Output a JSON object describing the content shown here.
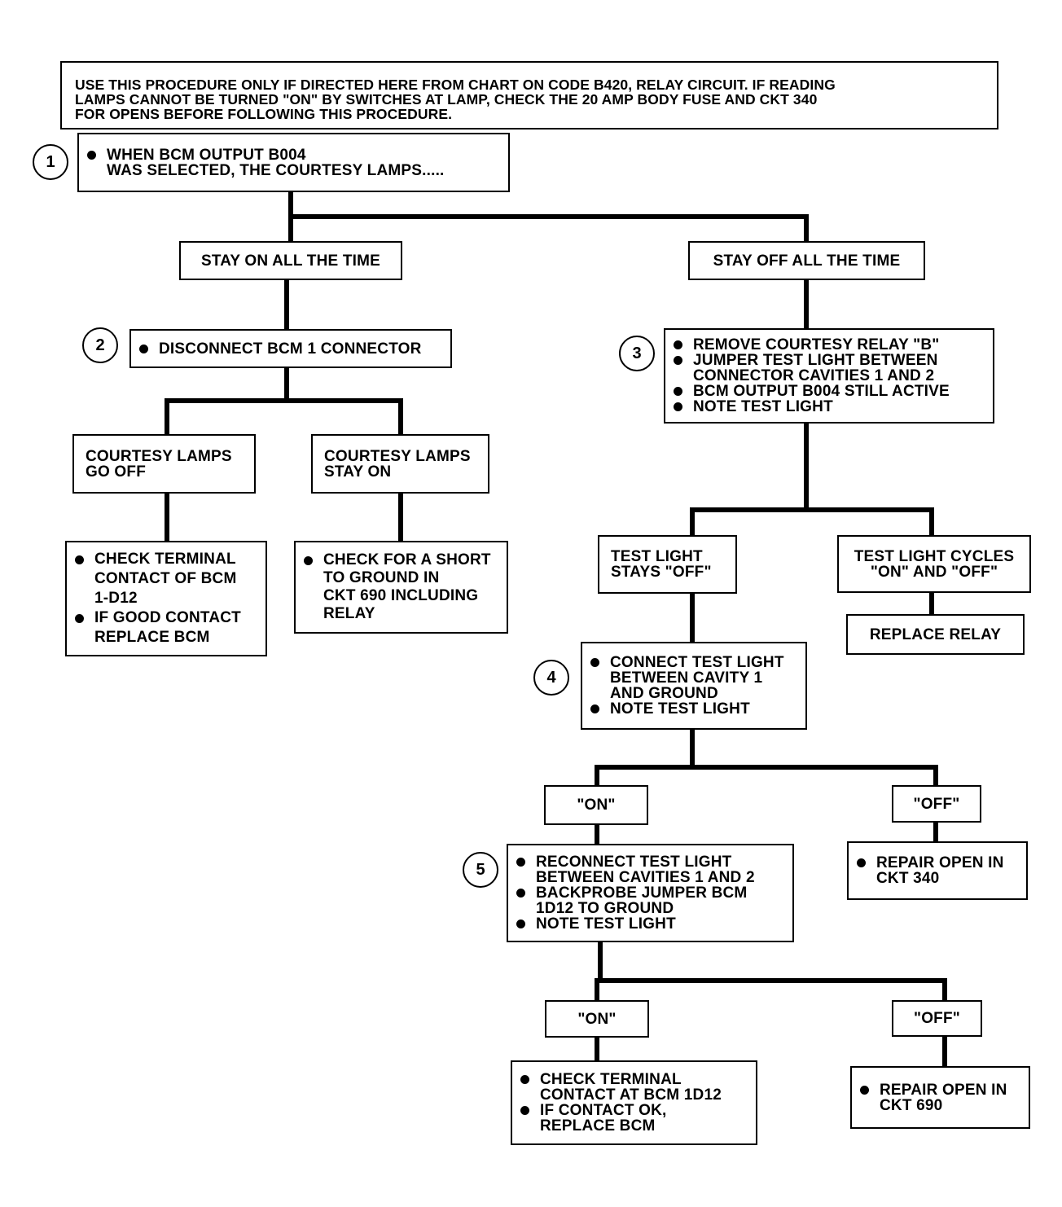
{
  "header_lines": [
    "USE THIS PROCEDURE ONLY IF DIRECTED HERE FROM CHART ON CODE B420, RELAY CIRCUIT. IF READING",
    "LAMPS CANNOT BE TURNED \"ON\" BY SWITCHES AT LAMP, CHECK THE 20 AMP BODY FUSE AND CKT 340",
    "FOR OPENS BEFORE FOLLOWING THIS PROCEDURE."
  ],
  "step_numbers": {
    "s1": "1",
    "s2": "2",
    "s3": "3",
    "s4": "4",
    "s5": "5"
  },
  "step1": {
    "items": [
      "WHEN BCM OUTPUT B004\nWAS SELECTED, THE COURTESY LAMPS....."
    ]
  },
  "branches": {
    "stay_on": "STAY ON ALL THE TIME",
    "stay_off": "STAY OFF ALL THE TIME"
  },
  "step2": {
    "items": [
      "DISCONNECT BCM 1 CONNECTOR"
    ]
  },
  "step2_results": {
    "go_off": "COURTESY LAMPS\nGO OFF",
    "stay_on": "COURTESY LAMPS\n STAY ON"
  },
  "action_terminal_1d12": {
    "items": [
      "CHECK TERMINAL\nCONTACT OF BCM\n1-D12",
      "IF GOOD CONTACT\nREPLACE BCM"
    ]
  },
  "action_short_690": {
    "items": [
      "CHECK FOR A SHORT\nTO GROUND IN\nCKT 690 INCLUDING\nRELAY"
    ]
  },
  "step3": {
    "items": [
      "REMOVE COURTESY RELAY \"B\"",
      "JUMPER TEST LIGHT BETWEEN\nCONNECTOR CAVITIES 1 AND 2",
      "BCM OUTPUT B004 STILL ACTIVE",
      "NOTE TEST LIGHT"
    ]
  },
  "step3_results": {
    "stays_off": "TEST LIGHT\nSTAYS \"OFF\"",
    "cycles": "TEST LIGHT CYCLES\n\"ON\" AND \"OFF\""
  },
  "replace_relay": "REPLACE RELAY",
  "step4": {
    "items": [
      "CONNECT TEST LIGHT\nBETWEEN CAVITY 1\nAND GROUND",
      "NOTE TEST LIGHT"
    ]
  },
  "step4_results": {
    "on": "\"ON\"",
    "off": "\"OFF\""
  },
  "repair_340": {
    "items": [
      "REPAIR OPEN IN\nCKT 340"
    ]
  },
  "step5": {
    "items": [
      "RECONNECT TEST LIGHT\nBETWEEN CAVITIES 1 AND 2",
      "BACKPROBE JUMPER BCM\n1D12 TO GROUND",
      "NOTE TEST LIGHT"
    ]
  },
  "step5_results": {
    "on": "\"ON\"",
    "off": "\"OFF\""
  },
  "action_terminal_bcm": {
    "items": [
      "CHECK TERMINAL\nCONTACT AT BCM 1D12",
      "IF CONTACT OK,\nREPLACE BCM"
    ]
  },
  "repair_690": {
    "items": [
      "REPAIR OPEN IN\nCKT 690"
    ]
  }
}
